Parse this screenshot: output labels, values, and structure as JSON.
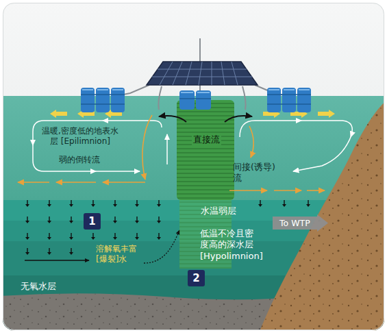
{
  "diagram": {
    "nodes": [
      {
        "text": [
          "1"
        ]
      },
      {
        "text": [
          "To WTP"
        ]
      },
      {
        "text": [
          "2"
        ]
      }
    ],
    "labels": [
      "温暖,密度低的地表水层 [Epilimnion]",
      "弱的倒转流",
      "直接流",
      "间接(诱导)流",
      "水温弱层",
      "低温不冷且密度高的深水层 [Hypolimnion]",
      "溶解氧丰富 [爆裂]水",
      "无氧水层"
    ]
  }
}
